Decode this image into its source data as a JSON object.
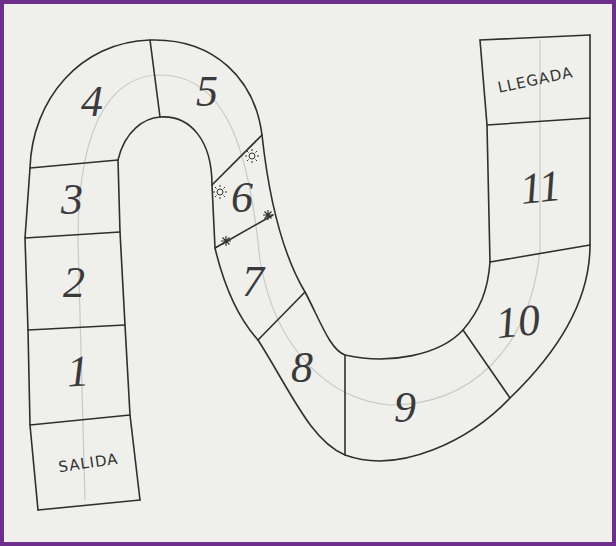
{
  "diagram": {
    "nodes": [
      {
        "text": [
          "SALIDA"
        ]
      },
      {
        "text": [
          "1"
        ]
      },
      {
        "text": [
          "2"
        ]
      },
      {
        "text": [
          "3"
        ]
      },
      {
        "text": [
          "4"
        ]
      },
      {
        "text": [
          "5"
        ]
      },
      {
        "text": [
          "6"
        ]
      },
      {
        "text": [
          "7"
        ]
      },
      {
        "text": [
          "8"
        ]
      },
      {
        "text": [
          "9"
        ]
      },
      {
        "text": [
          "10"
        ]
      },
      {
        "text": [
          "11"
        ]
      },
      {
        "text": [
          "LLEGADA"
        ]
      }
    ]
  }
}
